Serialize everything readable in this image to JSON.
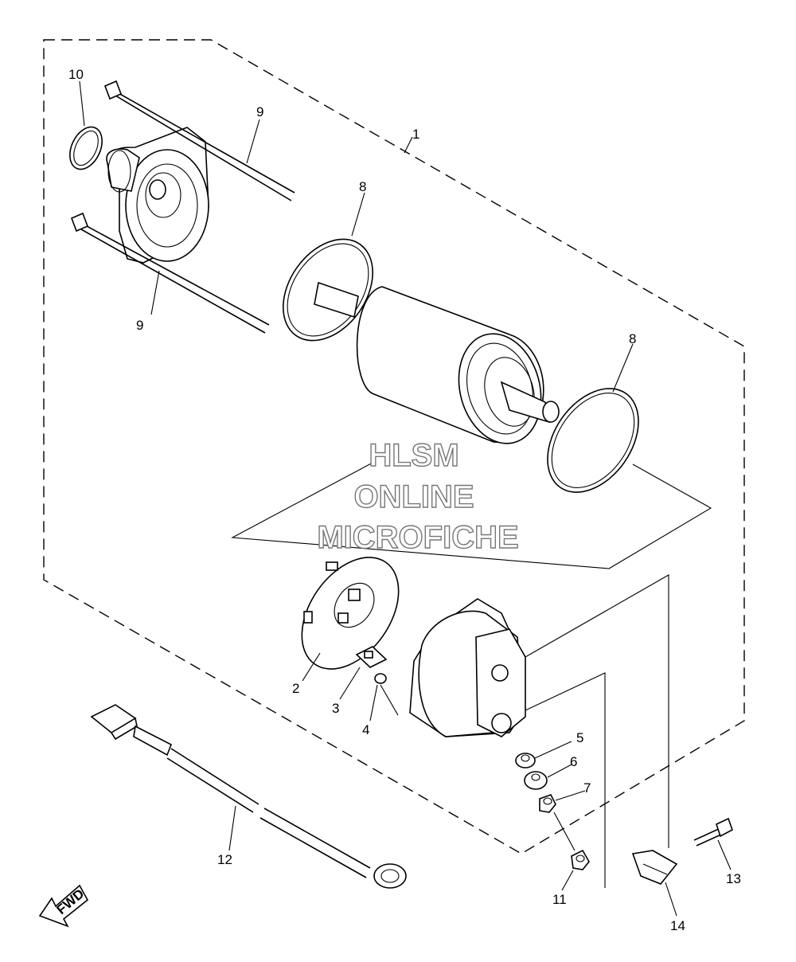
{
  "labels": {
    "l1": "1",
    "l2": "2",
    "l3": "3",
    "l4": "4",
    "l5": "5",
    "l6": "6",
    "l7": "7",
    "l8a": "8",
    "l8b": "8",
    "l9a": "9",
    "l9b": "9",
    "l10": "10",
    "l11": "11",
    "l12": "12",
    "l13": "13",
    "l14": "14"
  },
  "watermark": {
    "line1": "HLSM",
    "line2": "ONLINE",
    "line3": "MICROFICHE"
  },
  "fwd": "FWD"
}
